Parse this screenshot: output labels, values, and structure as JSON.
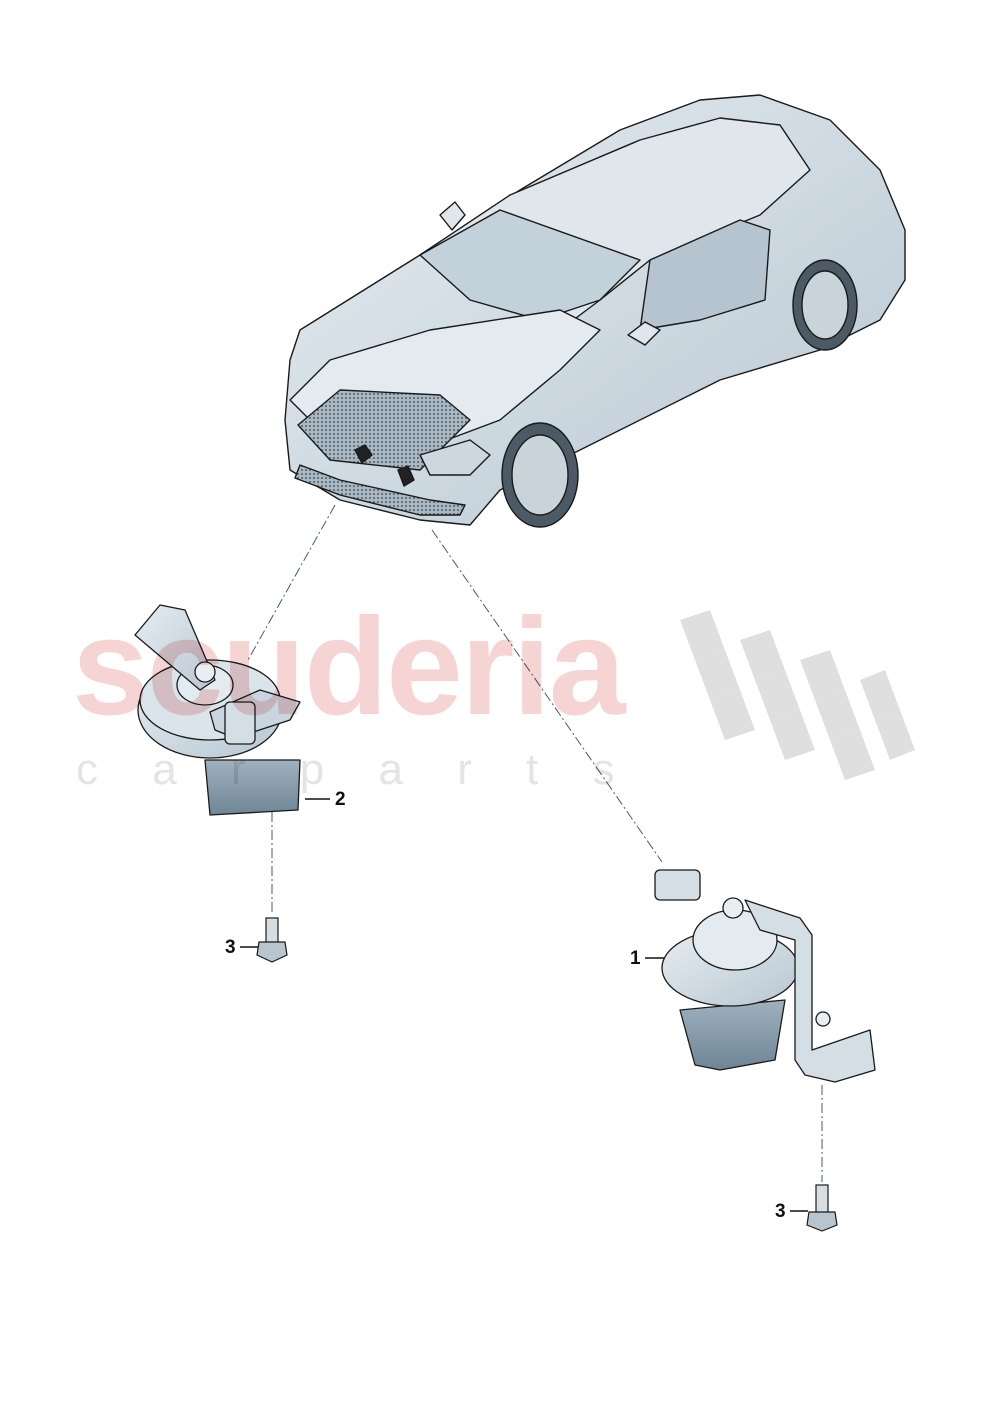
{
  "watermark": {
    "brand": "scuderia",
    "sub": "c a r p a r t s",
    "brand_color": "#f6d4d4",
    "checker_color": "#dcdcdc"
  },
  "colors": {
    "part_fill": "#c9d6df",
    "part_dark": "#8fa3b1",
    "outline": "#1a1a1a",
    "leader": "#4a5a70"
  },
  "callouts": [
    {
      "number": "1",
      "part": "horn-right"
    },
    {
      "number": "2",
      "part": "horn-left"
    },
    {
      "number": "3",
      "part": "bolt-left"
    },
    {
      "number": "3",
      "part": "bolt-right"
    }
  ]
}
